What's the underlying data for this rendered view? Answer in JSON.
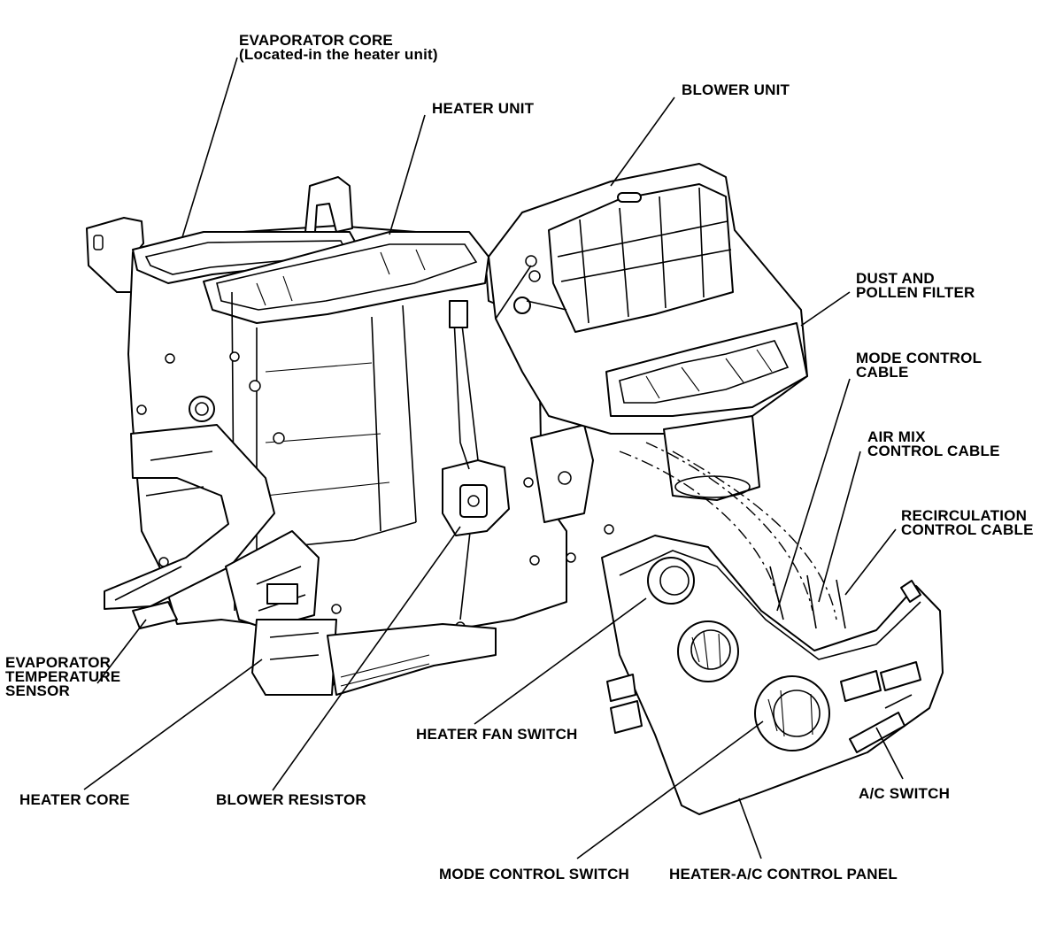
{
  "labels": {
    "evaporator_core": [
      "EVAPORATOR CORE",
      "(Located-in the heater unit)"
    ],
    "heater_unit": "HEATER UNIT",
    "blower_unit": "BLOWER UNIT",
    "dust_pollen_filter": [
      "DUST AND",
      "POLLEN FILTER"
    ],
    "mode_control_cable": [
      "MODE CONTROL",
      "CABLE"
    ],
    "air_mix_control_cable": [
      "AIR MIX",
      "CONTROL CABLE"
    ],
    "recirculation_control_cable": [
      "RECIRCULATION",
      "CONTROL CABLE"
    ],
    "evaporator_temperature_sensor": [
      "EVAPORATOR",
      "TEMPERATURE",
      "SENSOR"
    ],
    "heater_fan_switch": "HEATER FAN SWITCH",
    "heater_core": "HEATER CORE",
    "blower_resistor": "BLOWER RESISTOR",
    "ac_switch": "A/C SWITCH",
    "mode_control_switch": "MODE CONTROL SWITCH",
    "heater_ac_control_panel": "HEATER-A/C CONTROL PANEL"
  }
}
